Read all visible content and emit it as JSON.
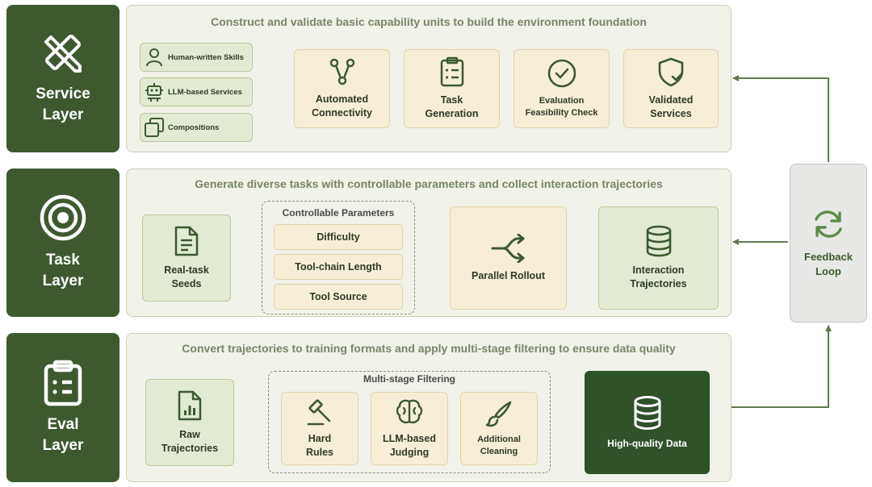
{
  "layers": {
    "service": {
      "label": "Service\nLayer",
      "icon": "pencil-ruler-icon"
    },
    "task": {
      "label": "Task\nLayer",
      "icon": "target-icon"
    },
    "eval": {
      "label": "Eval\nLayer",
      "icon": "clipboard-icon"
    }
  },
  "service_panel": {
    "title": "Construct and validate basic capability units to build the environment foundation",
    "sources": [
      {
        "label": "Human-written Skills",
        "icon": "person-icon"
      },
      {
        "label": "LLM-based Services",
        "icon": "robot-icon"
      },
      {
        "label": "Compositions",
        "icon": "stack-icon"
      }
    ],
    "steps": [
      {
        "label": "Automated\nConnectivity",
        "icon": "network-icon"
      },
      {
        "label": "Task\nGeneration",
        "icon": "clipboard-list-icon"
      },
      {
        "label": "Evaluation\nFeasibility Check",
        "icon": "check-circle-icon"
      },
      {
        "label": "Validated\nServices",
        "icon": "shield-check-icon"
      }
    ]
  },
  "task_panel": {
    "title": "Generate diverse tasks with controllable parameters and collect interaction trajectories",
    "seeds": {
      "label": "Real-task\nSeeds",
      "icon": "document-icon"
    },
    "params_title": "Controllable Parameters",
    "params": [
      "Difficulty",
      "Tool-chain Length",
      "Tool Source"
    ],
    "rollout": {
      "label": "Parallel Rollout",
      "icon": "split-arrow-icon"
    },
    "trajectories": {
      "label": "Interaction\nTrajectories",
      "icon": "database-icon"
    }
  },
  "eval_panel": {
    "title": "Convert trajectories to training formats and apply multi-stage filtering to ensure data quality",
    "raw": {
      "label": "Raw\nTrajectories",
      "icon": "file-chart-icon"
    },
    "filter_title": "Multi-stage Filtering",
    "filters": [
      {
        "label": "Hard\nRules",
        "icon": "gavel-icon"
      },
      {
        "label": "LLM-based\nJudging",
        "icon": "brain-icon"
      },
      {
        "label": "Additional\nCleaning",
        "icon": "brush-icon"
      }
    ],
    "output": {
      "label": "High-quality Data",
      "icon": "database-icon"
    }
  },
  "feedback": {
    "label": "Feedback\nLoop",
    "icon": "refresh-icon"
  },
  "colors": {
    "layer_bg": "#3d5a2f",
    "panel_bg": "#f1f2e9",
    "cream_box": "#f6efd6",
    "green_box": "#e2ebd2",
    "output_box": "#2f5228",
    "arrow": "#5e7a4c"
  }
}
